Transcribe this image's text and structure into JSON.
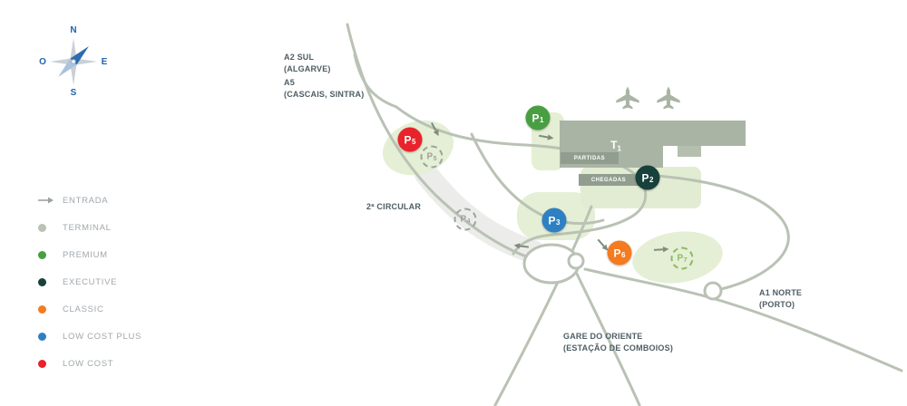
{
  "compass": {
    "n": "N",
    "e": "E",
    "s": "S",
    "o": "O"
  },
  "legend": {
    "items": [
      {
        "label": "ENTRADA",
        "type": "arrow"
      },
      {
        "label": "TERMINAL",
        "type": "terminal",
        "color": "#b9c2b4"
      },
      {
        "label": "PREMIUM",
        "type": "premium",
        "color": "#4a9e42"
      },
      {
        "label": "EXECUTIVE",
        "type": "executive",
        "color": "#17413a"
      },
      {
        "label": "CLASSIC",
        "type": "classic",
        "color": "#f47b20"
      },
      {
        "label": "LOW COST PLUS",
        "type": "low_cost_plus",
        "color": "#2e80c3"
      },
      {
        "label": "LOW COST",
        "type": "low_cost",
        "color": "#e8232b"
      }
    ]
  },
  "map": {
    "labels": {
      "a2": "A2 SUL\n(ALGARVE)",
      "a5": "A5\n(CASCAIS, SINTRA)",
      "circular": "2ª CIRCULAR",
      "a1": "A1 NORTE\n(PORTO)",
      "gare": "GARE DO ORIENTE\n(ESTAÇÃO DE COMBOIOS)"
    },
    "terminal": {
      "letter": "T",
      "number": "1",
      "partidas": "PARTIDAS",
      "chegadas": "CHEGADAS"
    },
    "markers": [
      {
        "letter": "P",
        "number": "1",
        "type": "premium",
        "style": "solid"
      },
      {
        "letter": "P",
        "number": "2",
        "type": "executive",
        "style": "solid"
      },
      {
        "letter": "P",
        "number": "3",
        "type": "low_cost_plus",
        "style": "solid"
      },
      {
        "letter": "P",
        "number": "5",
        "type": "low_cost",
        "style": "solid"
      },
      {
        "letter": "P",
        "number": "6",
        "type": "classic",
        "style": "solid"
      },
      {
        "letter": "P",
        "number": "5",
        "type": "planned",
        "style": "dashed"
      },
      {
        "letter": "P",
        "number": "4",
        "type": "planned",
        "style": "dashed"
      },
      {
        "letter": "P",
        "number": "7",
        "type": "planned",
        "style": "dashed-green"
      }
    ]
  },
  "colors": {
    "road": "#b9c2b4",
    "green_area": "#e5efd5",
    "terminal_building": "#a9b4a5",
    "premium": "#4a9e42",
    "executive": "#17413a",
    "classic": "#f47b20",
    "low_cost_plus": "#2e80c3",
    "low_cost": "#e8232b",
    "compass_blue": "#2063ad",
    "label_text": "#4e5d64",
    "legend_text": "#a2a8ad"
  }
}
